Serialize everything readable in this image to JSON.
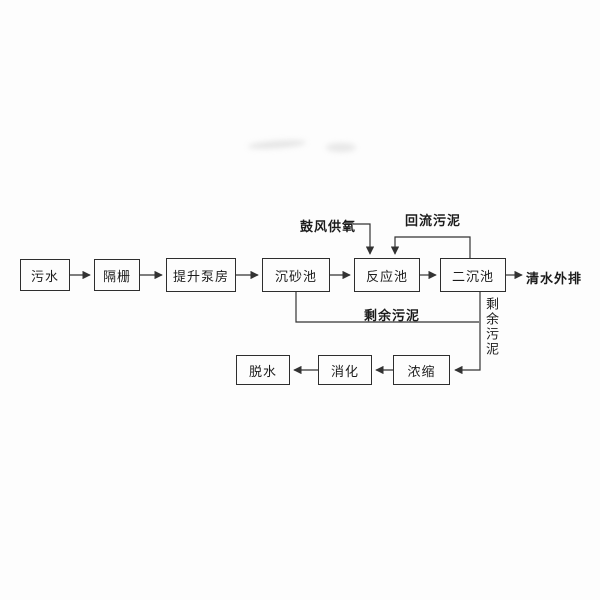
{
  "diagram": {
    "type": "process-flow",
    "subject": "wastewater treatment process flow",
    "colors": {
      "line": "#333333",
      "text": "#1c1c1c",
      "background": "#fdfdfd",
      "box_border": "#2e2e2e"
    },
    "nodes": {
      "influent": {
        "label": "污水"
      },
      "bar_screen": {
        "label": "隔栅"
      },
      "lift_pump_station": {
        "label": "提升泵房"
      },
      "grit_chamber": {
        "label": "沉砂池"
      },
      "reaction_tank": {
        "label": "反应池"
      },
      "secondary_clarifier": {
        "label": "二沉池"
      },
      "thickener": {
        "label": "浓缩"
      },
      "digester": {
        "label": "消化"
      },
      "dewatering": {
        "label": "脱水"
      }
    },
    "labels": {
      "effluent": "清水外排",
      "aeration": "鼓风供氧",
      "return_sludge": "回流污泥",
      "excess_sludge": "剩余污泥",
      "excess_sludge_vertical": "剩余污泥"
    },
    "flows": [
      "污水 → 隔栅 → 提升泵房 → 沉砂池 → 反应池 → 二沉池 → 清水外排",
      "鼓风供氧 → 反应池",
      "二沉池 → 回流污泥 → 反应池",
      "沉砂池 → 剩余污泥 → 浓缩",
      "二沉池 → 剩余污泥 → 浓缩 → 消化 → 脱水"
    ]
  }
}
